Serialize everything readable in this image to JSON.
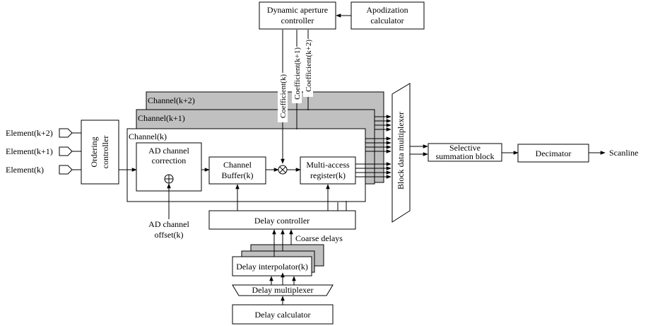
{
  "blocks": {
    "dynamic_aperture": [
      "Dynamic aperture",
      "controller"
    ],
    "apodization": [
      "Apodization",
      "calculator"
    ],
    "ordering": [
      "Ordering",
      "controller"
    ],
    "ad_correction": [
      "AD channel",
      "correction"
    ],
    "channel_buffer": [
      "Channel",
      "Buffer(k)"
    ],
    "multi_access": [
      "Multi-access",
      "register(k)"
    ],
    "block_mux": "Block data multiplexer",
    "selective_sum": [
      "Selective",
      "summation block"
    ],
    "decimator": "Decimator",
    "delay_controller": "Delay controller",
    "delay_interpolator": "Delay interpolator(k)",
    "delay_multiplexer": "Delay multiplexer",
    "delay_calculator": "Delay calculator"
  },
  "channels": [
    "Channel(k+2)",
    "Channel(k+1)",
    "Channel(k)"
  ],
  "elements": [
    "Element(k+2)",
    "Element(k+1)",
    "Element(k)"
  ],
  "coefficients": [
    "Coefficient(k)",
    "Coefficient(k+1)",
    "Coefficient(k+2)"
  ],
  "labels": {
    "ad_offset": [
      "AD channel",
      "offset(k)"
    ],
    "coarse_delays": "Coarse delays",
    "scanline": "Scanline"
  },
  "symbols": {
    "multiply": "multiply-symbol",
    "sum": "sum-symbol"
  }
}
